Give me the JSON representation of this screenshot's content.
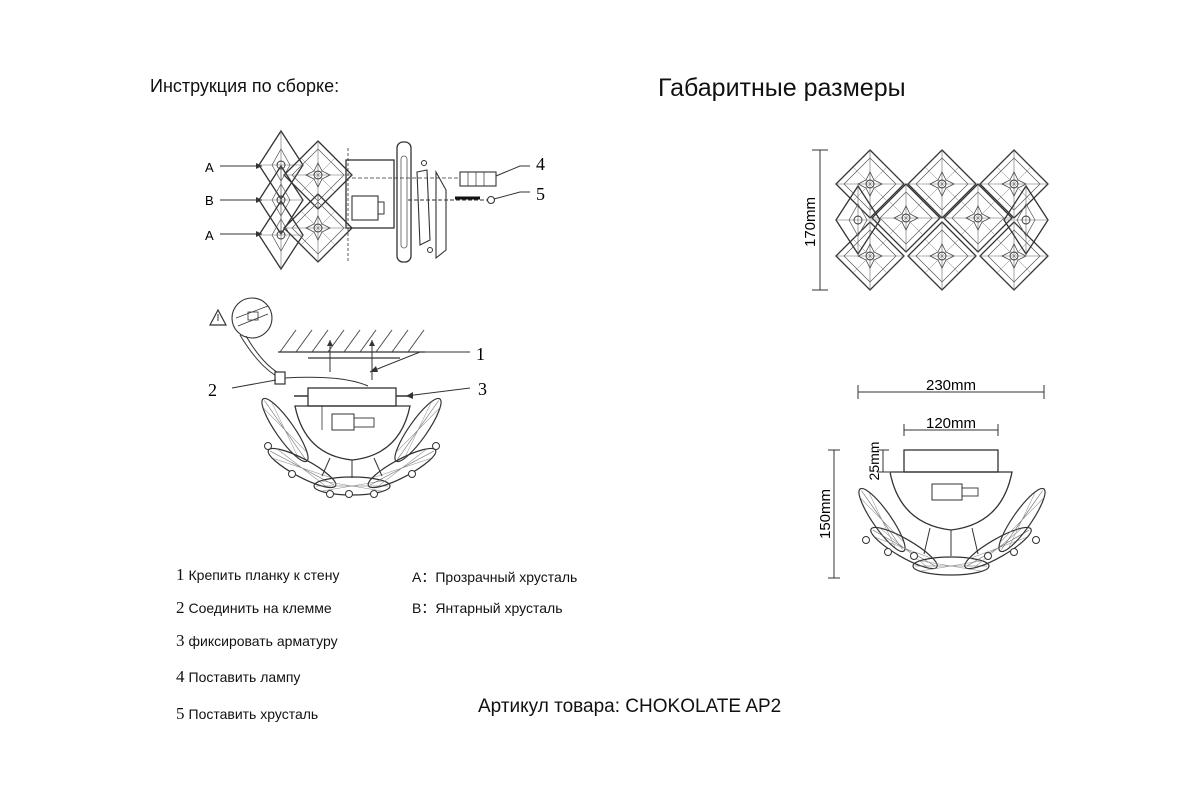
{
  "titles": {
    "assembly": "Инструкция по сборке:",
    "dimensions": "Габаритные размеры"
  },
  "steps": [
    {
      "num": "1",
      "text": "Крепить планку к стену"
    },
    {
      "num": "2",
      "text": "Соединить на клемме"
    },
    {
      "num": "3",
      "text": "фиксировать арматуру"
    },
    {
      "num": "4",
      "text": "Поставить лампу"
    },
    {
      "num": "5",
      "text": "Поставить хрусталь"
    }
  ],
  "crystals": [
    {
      "key": "A",
      "text": "Прозрачный хрусталь"
    },
    {
      "key": "B",
      "text": "Янтарный хрусталь"
    }
  ],
  "callouts": {
    "side_view": [
      "A",
      "B",
      "A"
    ],
    "numbers": [
      "1",
      "2",
      "3",
      "4",
      "5"
    ]
  },
  "dimensions": {
    "height_front": "170mm",
    "width_total": "230mm",
    "width_base": "120mm",
    "base_depth": "25mm",
    "height_side": "150mm"
  },
  "article": "Артикул товара: CHOKOLATE  AP2",
  "colors": {
    "line": "#333333",
    "background": "#ffffff"
  }
}
